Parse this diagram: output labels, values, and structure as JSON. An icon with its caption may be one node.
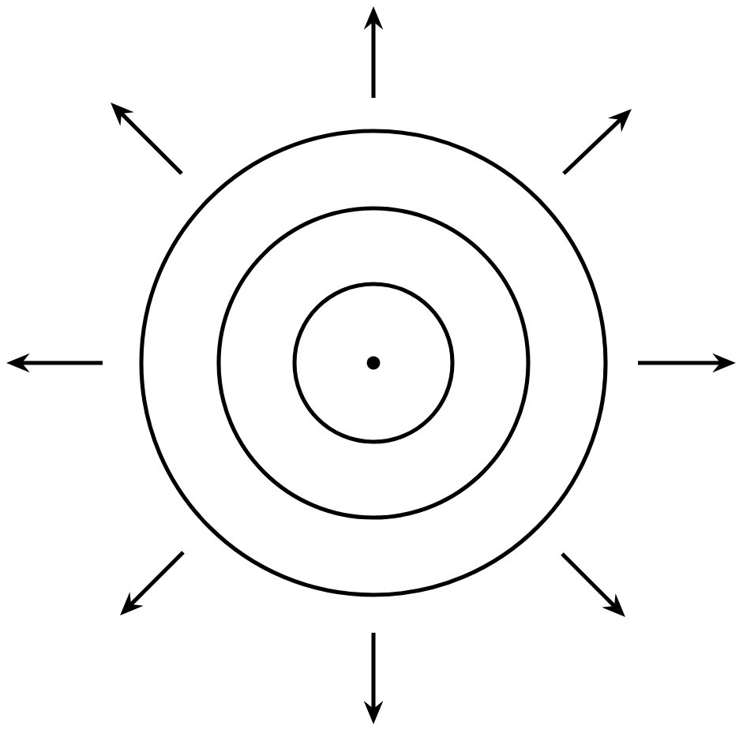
{
  "diagram": {
    "nodes": [
      {
        "text": [],
        "shape": "circle"
      },
      {
        "text": [],
        "shape": "circle",
        "in": 0
      },
      {
        "text": [],
        "shape": "circle",
        "in": 1
      },
      {
        "text": [],
        "shape": "dot",
        "in": 2
      }
    ]
  }
}
